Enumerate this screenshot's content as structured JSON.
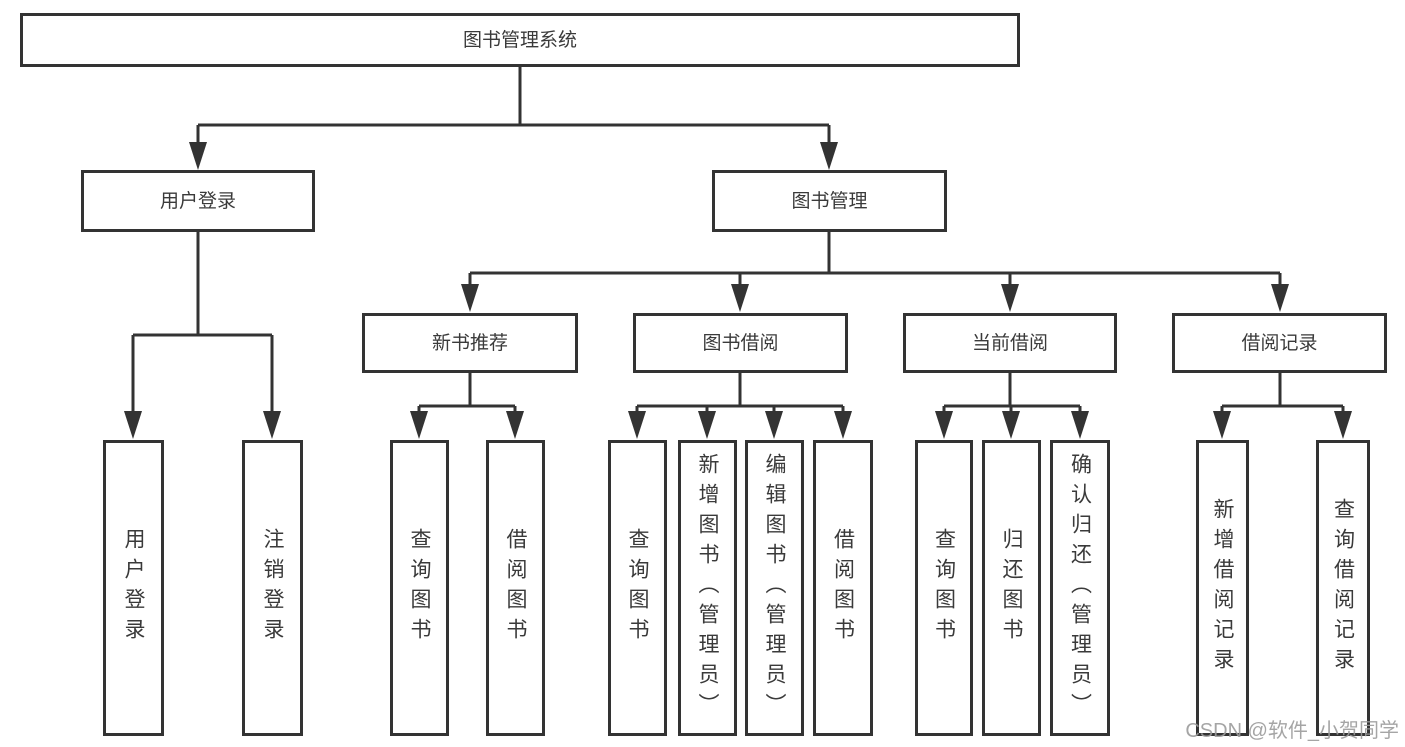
{
  "diagram": {
    "root": {
      "label": "图书管理系统"
    },
    "level2": [
      {
        "label": "用户登录"
      },
      {
        "label": "图书管理"
      }
    ],
    "level3": [
      {
        "label": "新书推荐",
        "parent": "图书管理"
      },
      {
        "label": "图书借阅",
        "parent": "图书管理"
      },
      {
        "label": "当前借阅",
        "parent": "图书管理"
      },
      {
        "label": "借阅记录",
        "parent": "图书管理"
      }
    ],
    "leaves": [
      {
        "label": "用户登录",
        "parent": "用户登录"
      },
      {
        "label": "注销登录",
        "parent": "用户登录"
      },
      {
        "label": "查询图书",
        "parent": "新书推荐"
      },
      {
        "label": "借阅图书",
        "parent": "新书推荐"
      },
      {
        "label": "查询图书",
        "parent": "图书借阅"
      },
      {
        "label": "新增图书（管理员）",
        "parent": "图书借阅"
      },
      {
        "label": "编辑图书（管理员）",
        "parent": "图书借阅"
      },
      {
        "label": "借阅图书",
        "parent": "图书借阅"
      },
      {
        "label": "查询图书",
        "parent": "当前借阅"
      },
      {
        "label": "归还图书",
        "parent": "当前借阅"
      },
      {
        "label": "确认归还（管理员）",
        "parent": "当前借阅"
      },
      {
        "label": "新增借阅记录",
        "parent": "借阅记录"
      },
      {
        "label": "查询借阅记录",
        "parent": "借阅记录"
      }
    ],
    "colors": {
      "line": "#333333",
      "text": "#3a3a3a",
      "background": "#ffffff",
      "watermark": "#9c9c9c"
    },
    "watermark": "CSDN @软件_小贺同学"
  }
}
